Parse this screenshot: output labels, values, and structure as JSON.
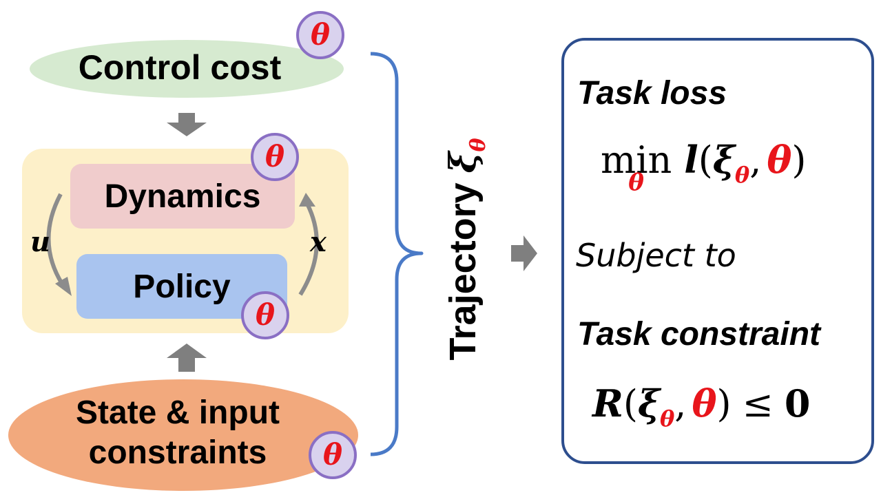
{
  "nodes": {
    "control_cost": "Control cost",
    "dynamics": "Dynamics",
    "policy": "Policy",
    "state_input_line1": "State & input",
    "state_input_line2": "constraints"
  },
  "edge_labels": {
    "u": "u",
    "x": "x"
  },
  "parameter_symbol": "θ",
  "trajectory": {
    "label": "Trajectory",
    "symbol": "ξ",
    "subscript": "θ"
  },
  "problem": {
    "task_loss_heading": "Task loss",
    "min_operator": "min",
    "min_subscript": "θ",
    "loss_fn": "l",
    "open_paren": "(",
    "xi": "ξ",
    "comma": ",",
    "close_paren": ")",
    "subject_to": "Subject to",
    "task_constraint_heading": "Task constraint",
    "constraint_fn": "R",
    "leq": "≤",
    "zero": "0"
  },
  "colors": {
    "control_cost_fill": "#d6ead0",
    "dynamics_fill": "#f0cccc",
    "policy_fill": "#a9c4ef",
    "loop_fill": "#fdf0c9",
    "state_fill": "#f2a97d",
    "theta_red": "#e8151b",
    "badge_fill": "#d9d2ee",
    "badge_border": "#8a6fc4",
    "box_border": "#2d4e8e",
    "brace": "#4a7ac7",
    "arrow_gray": "#7f7f7f"
  }
}
